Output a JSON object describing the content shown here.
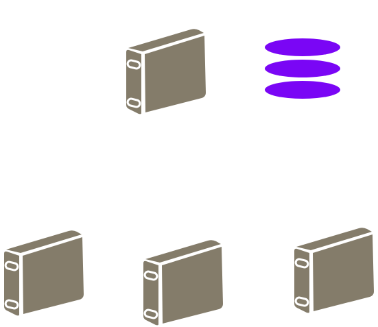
{
  "diagram": {
    "nodes": [
      {
        "name": "server-icon-top",
        "icon": "server-icon"
      },
      {
        "name": "database-icon",
        "icon": "stacked-discs-icon"
      },
      {
        "name": "server-icon-bottom-left",
        "icon": "server-icon"
      },
      {
        "name": "server-icon-bottom-center",
        "icon": "server-icon"
      },
      {
        "name": "server-icon-bottom-right",
        "icon": "server-icon"
      }
    ],
    "colors": {
      "server_body": "#847C6A",
      "server_outline": "#ffffff",
      "database_fill": "#7A06F5",
      "background": "#ffffff"
    }
  }
}
